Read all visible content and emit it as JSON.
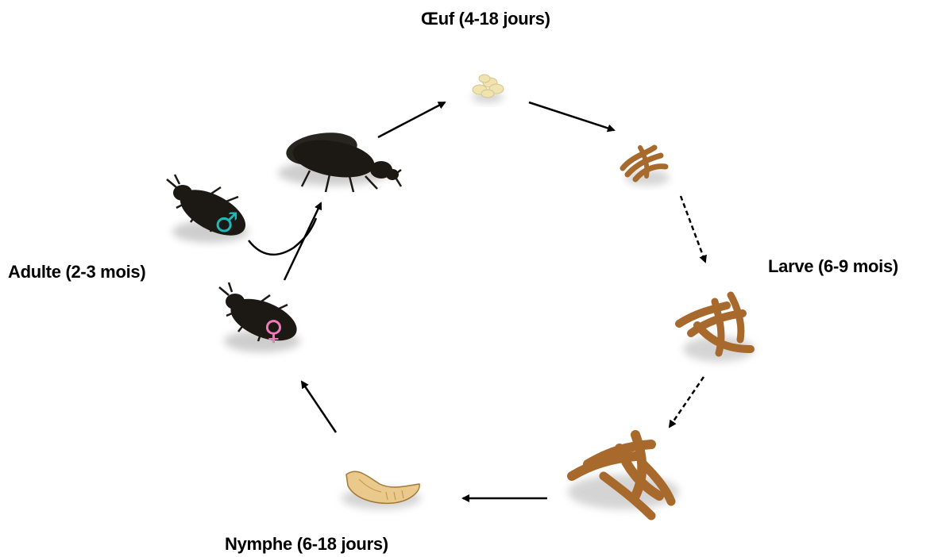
{
  "stages": {
    "egg": {
      "label": "Œuf (4-18 jours)"
    },
    "larva": {
      "label": "Larve (6-9 mois)"
    },
    "pupa": {
      "label": "Nymphe (6-18 jours)"
    },
    "adult": {
      "label": "Adulte (2-3 mois)"
    }
  },
  "symbols": {
    "male": {
      "glyph": "♂",
      "color": "#1fb8b8"
    },
    "female": {
      "glyph": "♀",
      "color": "#f07ab8"
    }
  },
  "colors": {
    "beetle": "#1c1814",
    "larva": "#a8692c",
    "egg": "#efe3b0",
    "pupa": "#e9c98c",
    "shadow": "#b9b9b9",
    "arrow": "#000000"
  }
}
